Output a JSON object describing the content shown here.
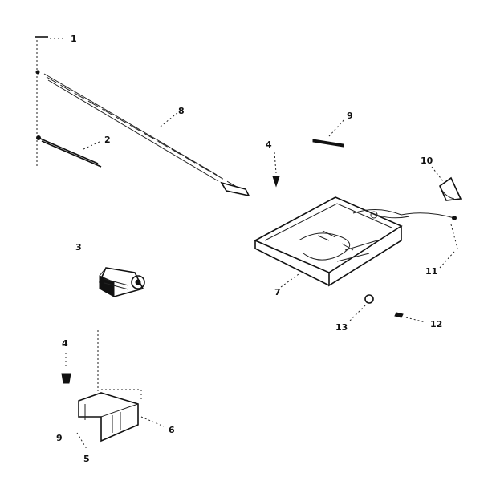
{
  "diagram": {
    "callouts": [
      {
        "id": "c1",
        "label": "1"
      },
      {
        "id": "c2",
        "label": "2"
      },
      {
        "id": "c3",
        "label": "3"
      },
      {
        "id": "c4a",
        "label": "4"
      },
      {
        "id": "c4b",
        "label": "4"
      },
      {
        "id": "c5",
        "label": "5"
      },
      {
        "id": "c6",
        "label": "6"
      },
      {
        "id": "c7",
        "label": "7"
      },
      {
        "id": "c8",
        "label": "8"
      },
      {
        "id": "c9",
        "label": "9"
      },
      {
        "id": "c9b",
        "label": "9"
      },
      {
        "id": "c10",
        "label": "10"
      },
      {
        "id": "c11",
        "label": "11"
      },
      {
        "id": "c12",
        "label": "12"
      },
      {
        "id": "c13",
        "label": "13"
      }
    ]
  }
}
